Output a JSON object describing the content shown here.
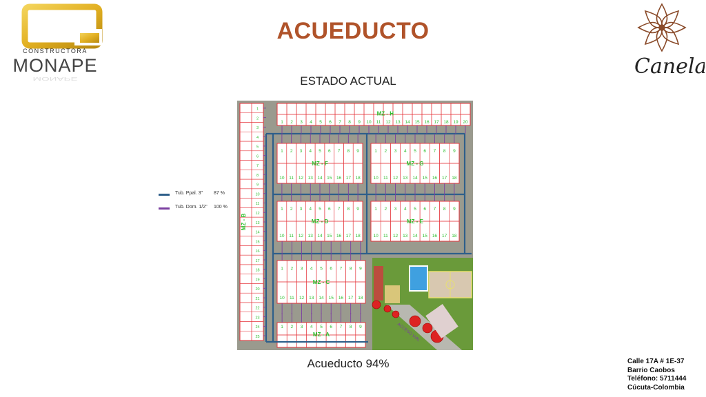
{
  "header": {
    "title": "ACUEDUCTO",
    "subtitle": "ESTADO ACTUAL"
  },
  "logos": {
    "left": {
      "brand_line": "CONSTRUCTORA",
      "brand_name": "MONAPE"
    },
    "right": {
      "brand_name": "Canela"
    }
  },
  "legend": [
    {
      "label": "Tub. Ppal. 3\"",
      "value": "87 %",
      "color": "#2e5f8a"
    },
    {
      "label": "Tub. Dom. 1/2\"",
      "value": "100 %",
      "color": "#7b3fa0"
    }
  ],
  "plan": {
    "blocks": [
      {
        "name": "MZ - H"
      },
      {
        "name": "MZ - F"
      },
      {
        "name": "MZ - G"
      },
      {
        "name": "MZ - D"
      },
      {
        "name": "MZ - E"
      },
      {
        "name": "MZ - C"
      },
      {
        "name": "MZ - A"
      },
      {
        "name": "MZ - B"
      }
    ],
    "road_label": "ACCESO VIAL"
  },
  "caption": "Acueducto 94%",
  "address": {
    "line1": "Calle 17A # 1E-37",
    "line2": "Barrio Caobos",
    "line3": "Teléfono: 5711444",
    "line4": "Cúcuta-Colombia"
  },
  "colors": {
    "title": "#b0532a",
    "lot_outline": "#e5353c",
    "lot_number": "#2fbf2f",
    "main_pipe": "#2e5f8a",
    "domestic_pipe": "#7b3fa0",
    "ground": "#9a9a8e",
    "green_area": "#6a9a3a"
  }
}
